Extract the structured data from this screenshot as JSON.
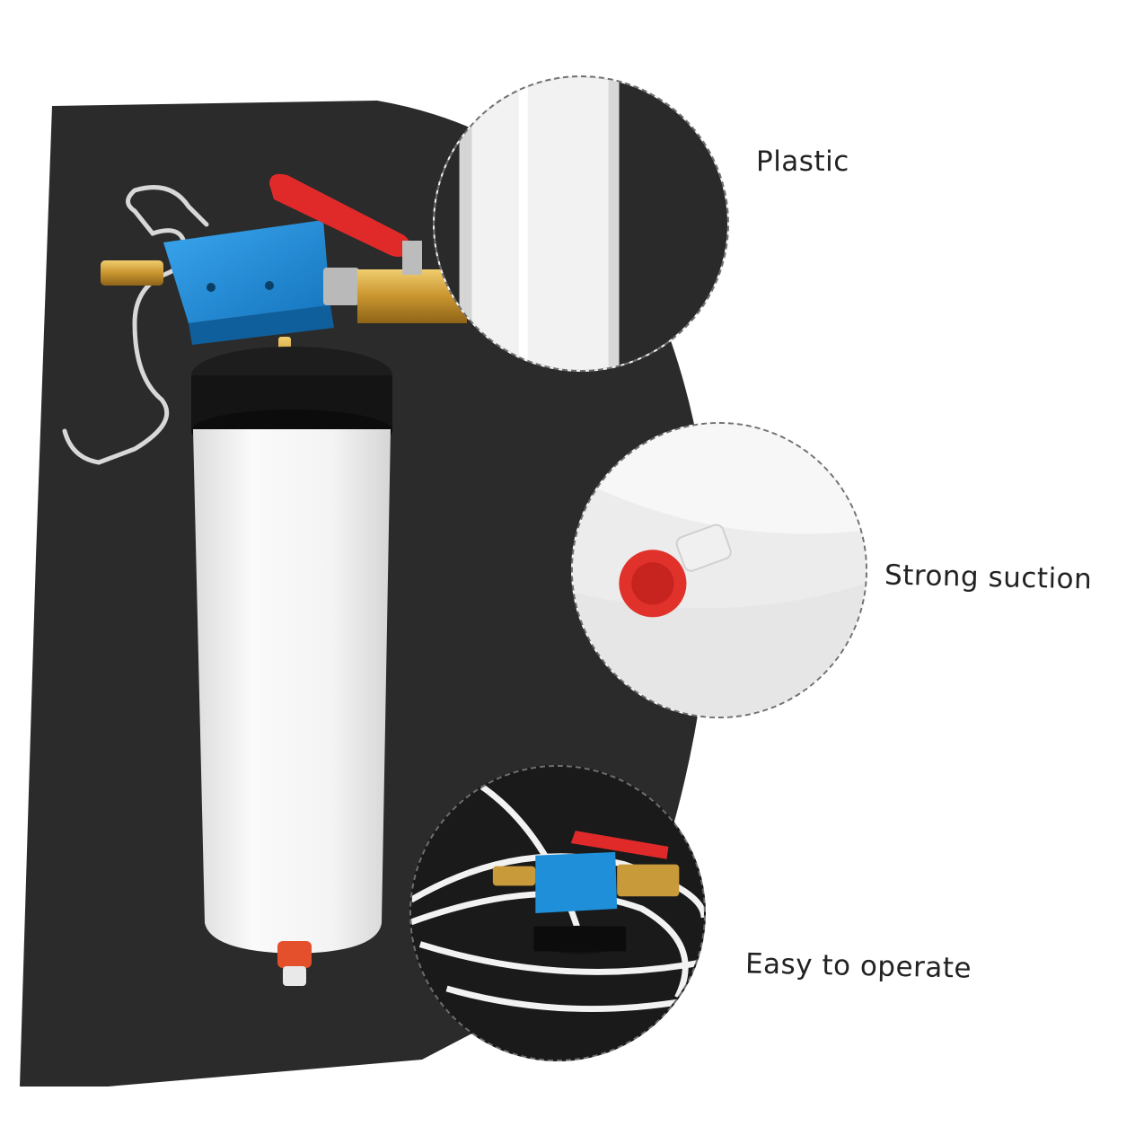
{
  "features": [
    {
      "label": "Plastic",
      "icon": "plastic-tube-closeup"
    },
    {
      "label": "Strong suction",
      "icon": "red-cap-nozzle-closeup"
    },
    {
      "label": "Easy to operate",
      "icon": "pump-with-hose-closeup"
    }
  ],
  "colors": {
    "backdrop": "#2b2b2b",
    "pump_block": "#1e8fd8",
    "valve_handle": "#e02a2a",
    "brass": "#c99a3a",
    "bottle": "#f1f1f1",
    "cap": "#141414"
  }
}
